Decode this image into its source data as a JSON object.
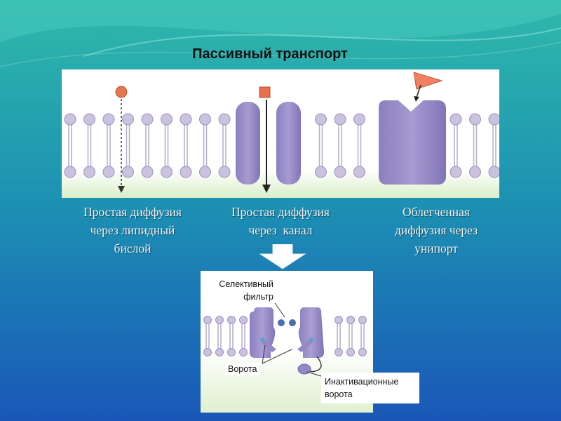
{
  "slide": {
    "title": "Пассивный транспорт"
  },
  "captions": {
    "lipid_bilayer": [
      "Простая диффузия",
      "через липидный",
      "бислой"
    ],
    "channel": [
      "Простая диффузия",
      "через  канал"
    ],
    "uniport": [
      "Облегченная",
      "диффузия через",
      "унипорт"
    ]
  },
  "detail": {
    "selective_filter": [
      "Селективный",
      "фильтр"
    ],
    "gate": "Ворота",
    "inactivation_gate": [
      "Инактивационные",
      "ворота"
    ]
  },
  "colors": {
    "background_top": "#2fb9aa",
    "background_bottom": "#1a57b8",
    "protein": "#9a8ec8",
    "molecule_circle": "#e07a4e",
    "molecule_square": "#e8704a",
    "molecule_triangle": "#f08060",
    "lipid_head": "#c8bfdc"
  },
  "icons": [
    "down-arrow-icon",
    "dashed-arrow-icon",
    "solid-arrow-icon"
  ]
}
